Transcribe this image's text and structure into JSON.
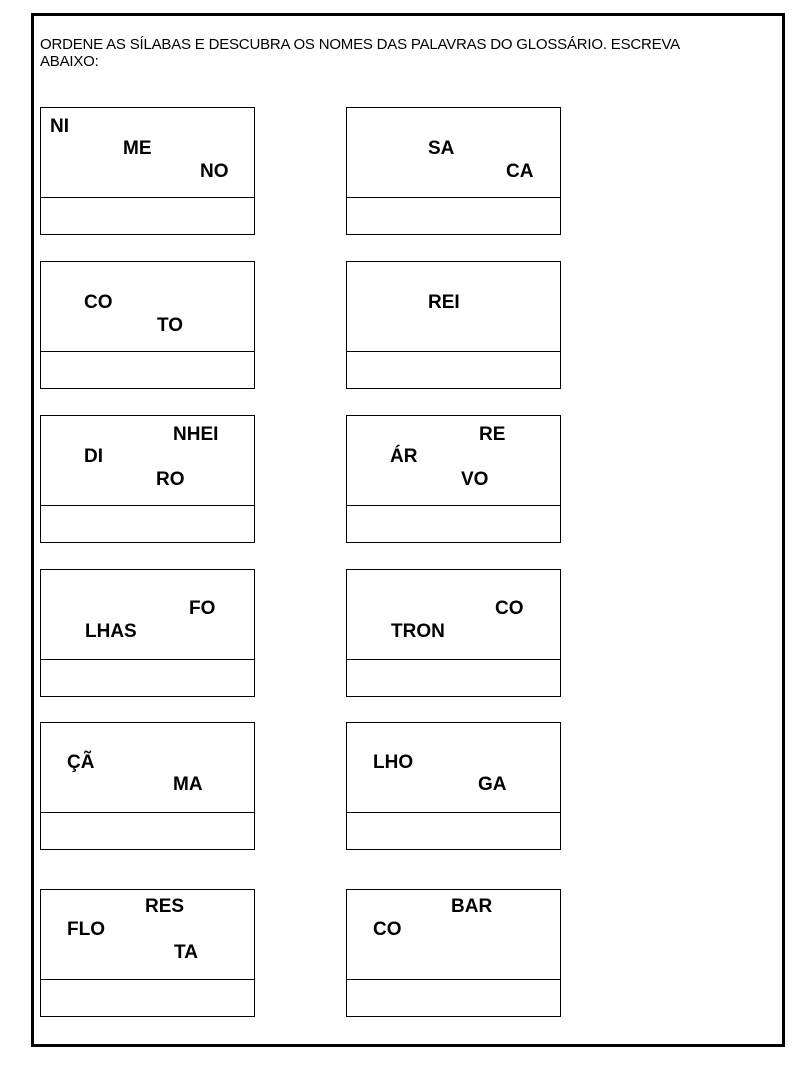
{
  "instruction": "ORDENE AS SÍLABAS E DESCUBRA OS NOMES DAS PALAVRAS DO GLOSSÁRIO. ESCREVA ABAIXO:",
  "cards": [
    {
      "syllables": [
        "NI",
        "ME",
        "NO"
      ],
      "answer": ""
    },
    {
      "syllables": [
        "SA",
        "CA"
      ],
      "answer": ""
    },
    {
      "syllables": [
        "CO",
        "TO"
      ],
      "answer": ""
    },
    {
      "syllables": [
        "REI"
      ],
      "answer": ""
    },
    {
      "syllables": [
        "NHEI",
        "DI",
        "RO"
      ],
      "answer": ""
    },
    {
      "syllables": [
        "RE",
        "ÁR",
        "VO"
      ],
      "answer": ""
    },
    {
      "syllables": [
        "FO",
        "LHAS"
      ],
      "answer": ""
    },
    {
      "syllables": [
        "CO",
        "TRON"
      ],
      "answer": ""
    },
    {
      "syllables": [
        "ÇÃ",
        "MA"
      ],
      "answer": ""
    },
    {
      "syllables": [
        "LHO",
        "GA"
      ],
      "answer": ""
    },
    {
      "syllables": [
        "RES",
        "FLO",
        "TA"
      ],
      "answer": ""
    },
    {
      "syllables": [
        "BAR",
        "CO"
      ],
      "answer": ""
    }
  ]
}
